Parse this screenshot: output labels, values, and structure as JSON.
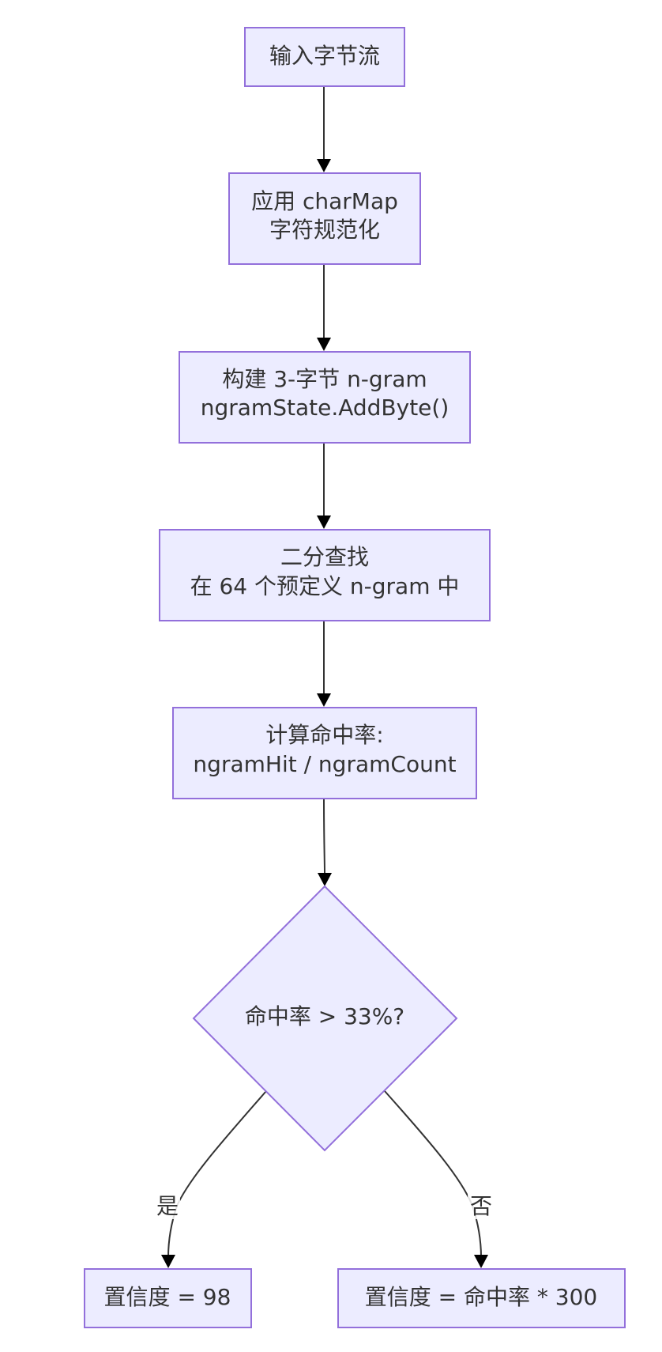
{
  "flowchart": {
    "nodes": {
      "input": {
        "line1": "输入字节流"
      },
      "normalize": {
        "line1": "应用 charMap",
        "line2": "字符规范化"
      },
      "ngram": {
        "line1": "构建 3-字节 n-gram",
        "line2": "ngramState.AddByte()"
      },
      "search": {
        "line1": "二分查找",
        "line2": "在 64 个预定义 n-gram 中"
      },
      "hitrate": {
        "line1": "计算命中率:",
        "line2": "ngramHit / ngramCount"
      },
      "decision": {
        "line1": "命中率 > 33%?"
      },
      "yes_result": {
        "line1": "置信度 = 98"
      },
      "no_result": {
        "line1": "置信度 = 命中率 * 300"
      }
    },
    "edge_labels": {
      "yes": "是",
      "no": "否"
    }
  },
  "colors": {
    "node_fill": "#ECECFF",
    "node_stroke": "#9370DB",
    "edge": "#333333",
    "text": "#333333"
  }
}
